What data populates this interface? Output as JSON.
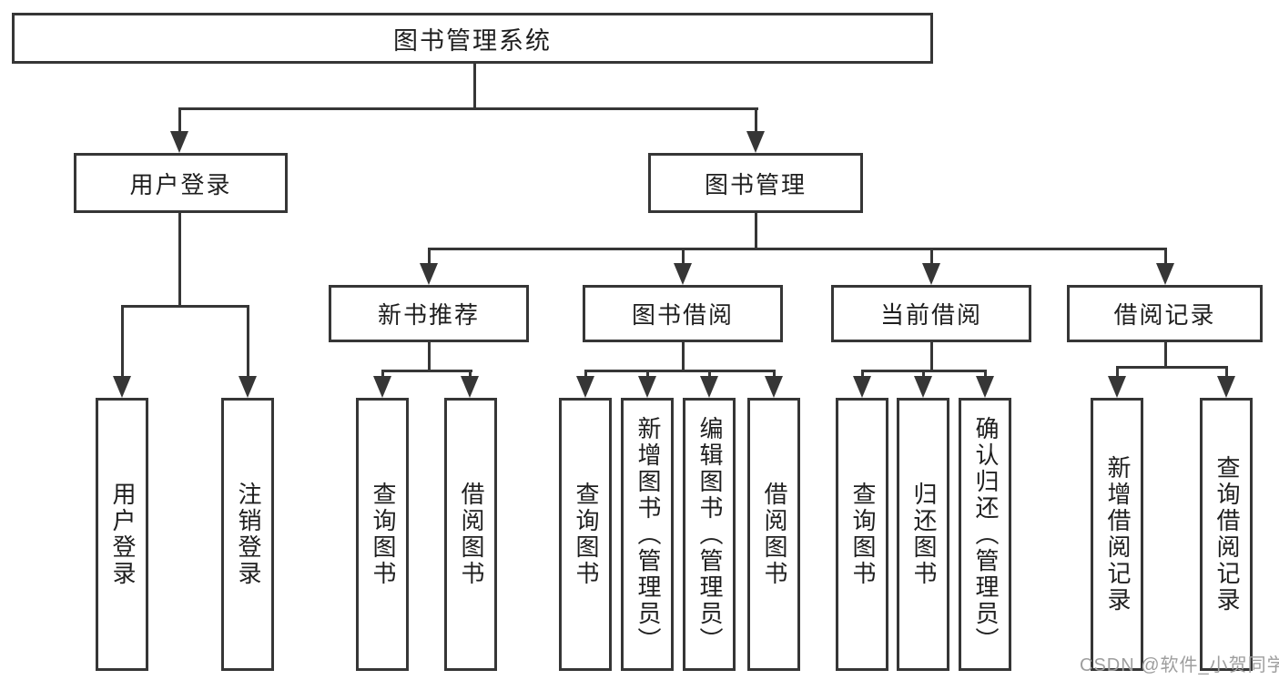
{
  "tree": {
    "root": "图书管理系统",
    "branches": [
      {
        "label": "用户登录",
        "children": [
          {
            "label": "用户登录"
          },
          {
            "label": "注销登录"
          }
        ]
      },
      {
        "label": "图书管理",
        "children": [
          {
            "label": "新书推荐",
            "children": [
              {
                "label": "查询图书"
              },
              {
                "label": "借阅图书"
              }
            ]
          },
          {
            "label": "图书借阅",
            "children": [
              {
                "label": "查询图书"
              },
              {
                "label": "新增图书（管理员）"
              },
              {
                "label": "编辑图书（管理员）"
              },
              {
                "label": "借阅图书"
              }
            ]
          },
          {
            "label": "当前借阅",
            "children": [
              {
                "label": "查询图书"
              },
              {
                "label": "归还图书"
              },
              {
                "label": "确认归还（管理员）"
              }
            ]
          },
          {
            "label": "借阅记录",
            "children": [
              {
                "label": "新增借阅记录"
              },
              {
                "label": "查询借阅记录"
              }
            ]
          }
        ]
      }
    ]
  },
  "watermark": {
    "text": "CSDN @软件_小贺同学",
    "color": "#9e9e9e"
  },
  "colors": {
    "line": "#363636",
    "box_border": "#363636",
    "box_fill": "#ffffff",
    "text": "#1f1f1f",
    "background": "#ffffff"
  }
}
